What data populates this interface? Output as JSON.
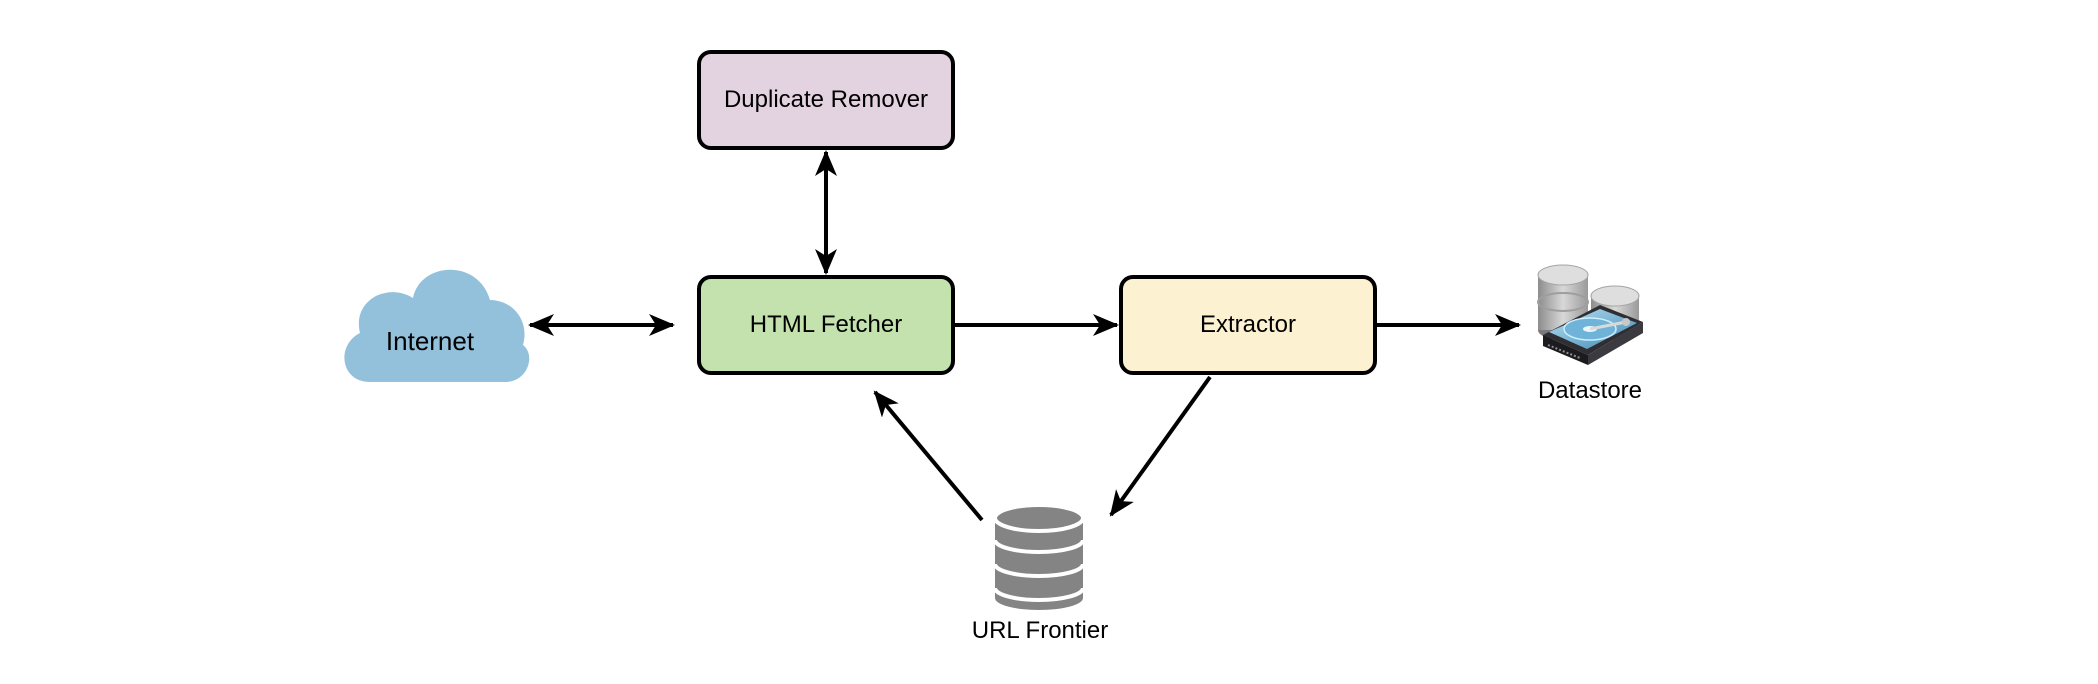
{
  "nodes": {
    "duplicate_remover": "Duplicate Remover",
    "html_fetcher": "HTML Fetcher",
    "extractor": "Extractor",
    "internet": "Internet",
    "datastore": "Datastore",
    "url_frontier": "URL Frontier"
  },
  "colors": {
    "duplicate_remover_fill": "#e3d2df",
    "html_fetcher_fill": "#c3e2ad",
    "extractor_fill": "#fcf2d2",
    "internet_fill": "#93c1dc",
    "database_fill": "#848484",
    "stroke": "#000000"
  },
  "icons": {
    "internet": "cloud-icon",
    "datastore": "server-disk-icon",
    "url_frontier": "database-icon"
  }
}
